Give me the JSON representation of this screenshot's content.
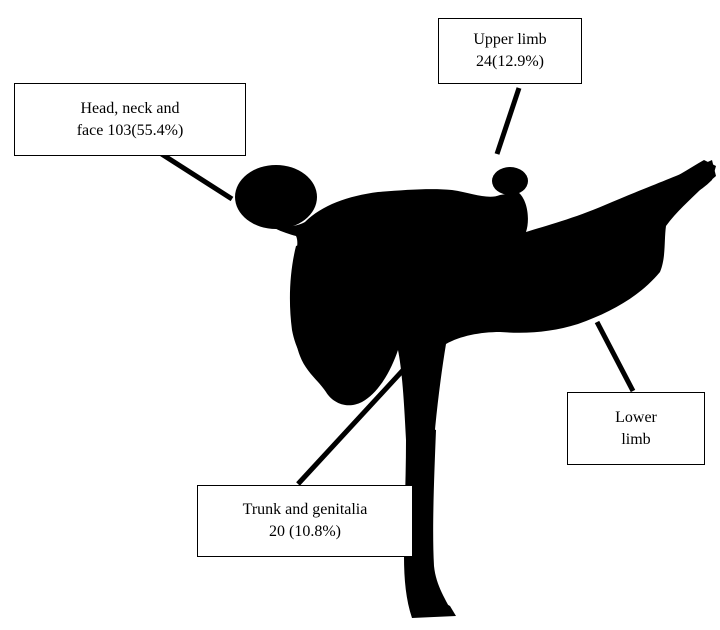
{
  "labels": {
    "head": {
      "line1": "Head, neck and",
      "line2": "face 103(55.4%)"
    },
    "upper": {
      "line1": "Upper limb",
      "line2": "24(12.9%)"
    },
    "lower": {
      "line1": "Lower",
      "line2": "limb"
    },
    "trunk": {
      "line1": "Trunk and genitalia",
      "line2": "20 (10.8%)"
    }
  },
  "colors": {
    "silhouette": "#000000",
    "background": "#ffffff",
    "box_border": "#000000"
  }
}
